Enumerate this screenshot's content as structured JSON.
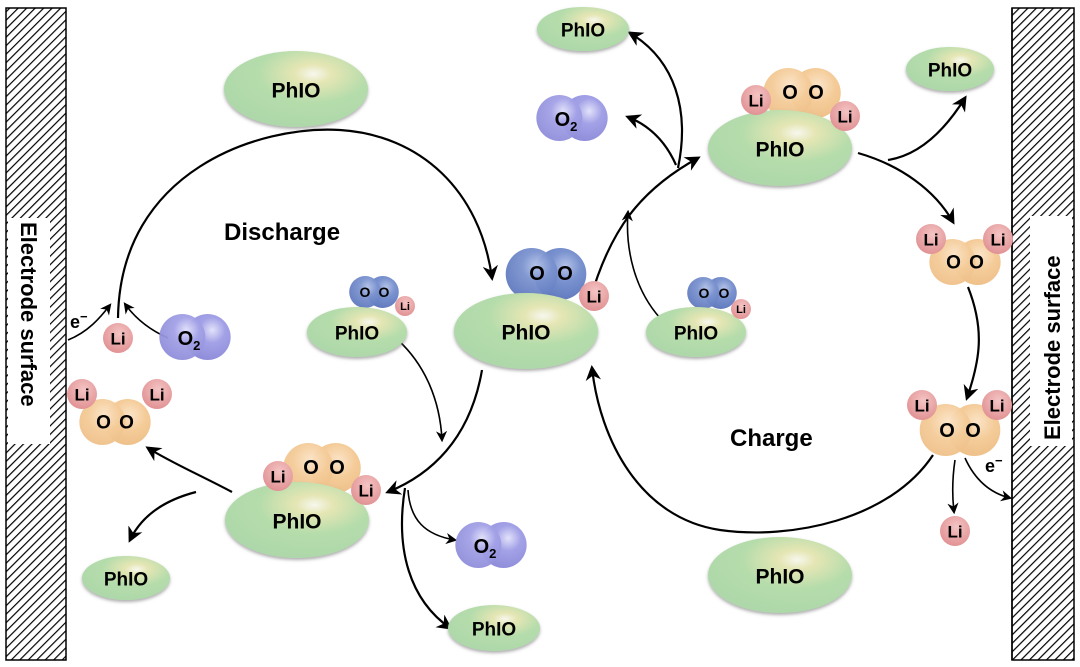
{
  "diagram": {
    "electrode_left_label": "Electrode surface",
    "electrode_right_label": "Electrode surface",
    "discharge_label": "Discharge",
    "charge_label": "Charge",
    "species": {
      "phio": "PhIO",
      "li": "Li",
      "o_atom": "O",
      "o2_main": "O",
      "o2_sub": "2",
      "electron": "e",
      "electron_sup": "−"
    },
    "colors": {
      "phio_green": "#b3dcae",
      "phio_highlight": "#f4f1c8",
      "li_pink": "#e39a9a",
      "oxygen_blue": "#6f87c4",
      "peroxide_orange": "#f3c996",
      "o2_purple": "#9c9ae0",
      "arrow": "#000000"
    }
  }
}
